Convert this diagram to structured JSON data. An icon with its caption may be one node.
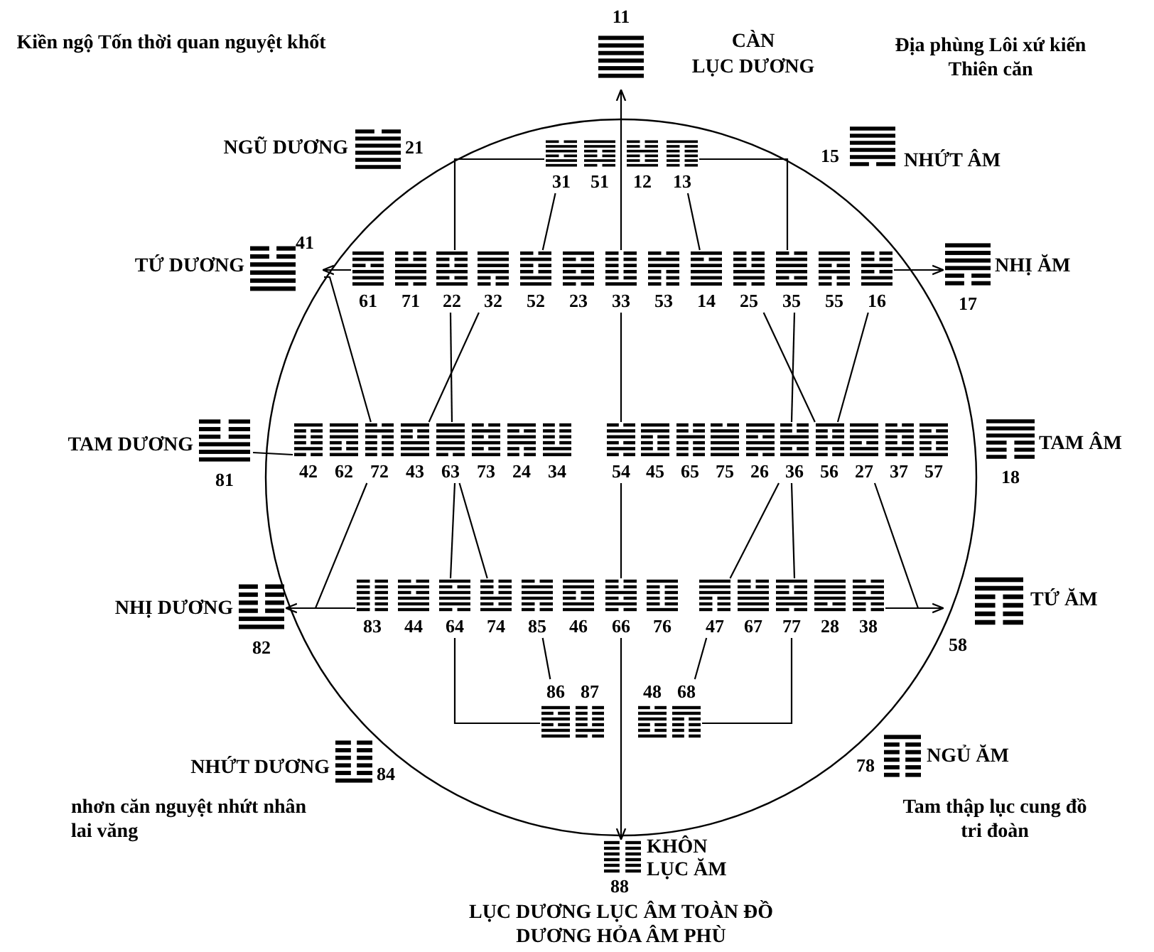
{
  "diagram": {
    "caption": "LỤC DƯƠNG LỤC ÂM TOÀN ĐỒ DƯƠNG HỎA ÂM PHÙ",
    "nodes": [
      {
        "text": [
          "11",
          "CÀN",
          "LỤC DƯƠNG"
        ]
      },
      {
        "text": [
          "NGŨ DƯƠNG",
          "21"
        ]
      },
      {
        "text": [
          "15",
          "NHỨT ÂM"
        ]
      },
      {
        "text": [
          "TỨ DƯƠNG",
          "41"
        ]
      },
      {
        "text": [
          "NHỊ ĂM",
          "17"
        ]
      },
      {
        "text": [
          "TAM DƯƠNG",
          "81"
        ]
      },
      {
        "text": [
          "TAM ÂM",
          "18"
        ]
      },
      {
        "text": [
          "NHỊ DƯƠNG",
          "82"
        ]
      },
      {
        "text": [
          "58",
          "TỨ ĂM"
        ]
      },
      {
        "text": [
          "NHỨT DƯƠNG",
          "84"
        ]
      },
      {
        "text": [
          "78",
          "NGỦ ĂM"
        ]
      },
      {
        "text": [
          "KHÔN",
          "LỤC ĂM",
          "88"
        ]
      },
      {
        "text": [
          "31"
        ]
      },
      {
        "text": [
          "51"
        ]
      },
      {
        "text": [
          "12"
        ]
      },
      {
        "text": [
          "13"
        ]
      },
      {
        "text": [
          "61"
        ]
      },
      {
        "text": [
          "71"
        ]
      },
      {
        "text": [
          "22"
        ]
      },
      {
        "text": [
          "32"
        ]
      },
      {
        "text": [
          "52"
        ]
      },
      {
        "text": [
          "23"
        ]
      },
      {
        "text": [
          "33"
        ]
      },
      {
        "text": [
          "53"
        ]
      },
      {
        "text": [
          "14"
        ]
      },
      {
        "text": [
          "25"
        ]
      },
      {
        "text": [
          "35"
        ]
      },
      {
        "text": [
          "55"
        ]
      },
      {
        "text": [
          "16"
        ]
      },
      {
        "text": [
          "42"
        ]
      },
      {
        "text": [
          "62"
        ]
      },
      {
        "text": [
          "72"
        ]
      },
      {
        "text": [
          "43"
        ]
      },
      {
        "text": [
          "63"
        ]
      },
      {
        "text": [
          "73"
        ]
      },
      {
        "text": [
          "24"
        ]
      },
      {
        "text": [
          "34"
        ]
      },
      {
        "text": [
          "54"
        ]
      },
      {
        "text": [
          "45"
        ]
      },
      {
        "text": [
          "65"
        ]
      },
      {
        "text": [
          "75"
        ]
      },
      {
        "text": [
          "26"
        ]
      },
      {
        "text": [
          "36"
        ]
      },
      {
        "text": [
          "56"
        ]
      },
      {
        "text": [
          "27"
        ]
      },
      {
        "text": [
          "37"
        ]
      },
      {
        "text": [
          "57"
        ]
      },
      {
        "text": [
          "83"
        ]
      },
      {
        "text": [
          "44"
        ]
      },
      {
        "text": [
          "64"
        ]
      },
      {
        "text": [
          "74"
        ]
      },
      {
        "text": [
          "85"
        ]
      },
      {
        "text": [
          "46"
        ]
      },
      {
        "text": [
          "66"
        ]
      },
      {
        "text": [
          "76"
        ]
      },
      {
        "text": [
          "47"
        ]
      },
      {
        "text": [
          "67"
        ]
      },
      {
        "text": [
          "77"
        ]
      },
      {
        "text": [
          "28"
        ]
      },
      {
        "text": [
          "38"
        ]
      },
      {
        "text": [
          "86"
        ]
      },
      {
        "text": [
          "87"
        ]
      },
      {
        "text": [
          "48"
        ]
      },
      {
        "text": [
          "68"
        ]
      }
    ],
    "edges": [
      {
        "from": 12,
        "to": 20,
        "arrow": "none"
      },
      {
        "from": 15,
        "to": 24,
        "arrow": "none"
      },
      {
        "from": 22,
        "to": 0,
        "arrow": "to"
      },
      {
        "from": 18,
        "to": 12,
        "arrow": "none"
      },
      {
        "from": 15,
        "to": 26,
        "arrow": "none"
      },
      {
        "from": 18,
        "to": 33,
        "arrow": "none"
      },
      {
        "from": 26,
        "to": 42,
        "arrow": "none"
      },
      {
        "from": 16,
        "to": 3,
        "arrow": "to"
      },
      {
        "from": 3,
        "to": 31,
        "arrow": "none"
      },
      {
        "from": 19,
        "to": 32,
        "arrow": "none"
      },
      {
        "from": 22,
        "to": 37,
        "arrow": "none"
      },
      {
        "from": 25,
        "to": 43,
        "arrow": "none"
      },
      {
        "from": 28,
        "to": 43,
        "arrow": "none"
      },
      {
        "from": 28,
        "to": 4,
        "arrow": "to"
      },
      {
        "from": 29,
        "to": 5,
        "arrow": "none"
      },
      {
        "from": 31,
        "to": 7,
        "arrow": "none"
      },
      {
        "from": 47,
        "to": 7,
        "arrow": "to"
      },
      {
        "from": 33,
        "to": 49,
        "arrow": "none"
      },
      {
        "from": 33,
        "to": 50,
        "arrow": "none"
      },
      {
        "from": 37,
        "to": 53,
        "arrow": "none"
      },
      {
        "from": 42,
        "to": 55,
        "arrow": "none"
      },
      {
        "from": 42,
        "to": 57,
        "arrow": "none"
      },
      {
        "from": 44,
        "to": 8,
        "arrow": "none"
      },
      {
        "from": 59,
        "to": 8,
        "arrow": "to"
      },
      {
        "from": 51,
        "to": 60,
        "arrow": "none"
      },
      {
        "from": 53,
        "to": 11,
        "arrow": "to"
      },
      {
        "from": 55,
        "to": 63,
        "arrow": "none"
      },
      {
        "from": 49,
        "to": 60,
        "arrow": "none"
      },
      {
        "from": 57,
        "to": 63,
        "arrow": "none"
      }
    ],
    "labels": [
      "Kiền ngộ Tốn thời quan nguyệt khốt",
      "Địa phùng Lôi xứ kiến Thiên căn",
      "nhơn căn nguyệt nhứt nhân lai văng",
      "Tam thập lục cung đồ tri đoàn"
    ]
  }
}
